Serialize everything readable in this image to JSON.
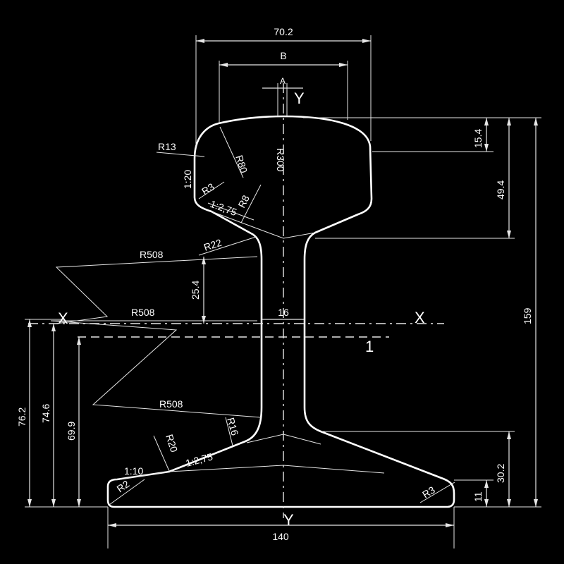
{
  "dimensions": {
    "head_width": "70.2",
    "b": "B",
    "a": "A",
    "y_top": "Y",
    "y_bottom": "Y",
    "r13": "R13",
    "r80": "R80",
    "r300": "R300",
    "ratio_head": "1:20",
    "r3_head": "R3",
    "r8": "R8",
    "ratio_upper": "1:2,75",
    "h15_4": "15.4",
    "h49_4": "49.4",
    "total_height": "159",
    "r508_top": "R508",
    "r22": "R22",
    "h25_4": "25.4",
    "x_left": "X",
    "x_right": "X",
    "r508_mid": "R508",
    "web_16": "16",
    "line_1": "1",
    "r508_bottom": "R508",
    "h76_2": "76.2",
    "h74_6": "74.6",
    "h69_9": "69.9",
    "r16": "R16",
    "r20": "R20",
    "ratio_lower": "1:2,75",
    "ratio_foot": "1:10",
    "h30_2": "30.2",
    "r2": "R2",
    "r3_foot": "R3",
    "h11": "11",
    "base_width": "140"
  }
}
